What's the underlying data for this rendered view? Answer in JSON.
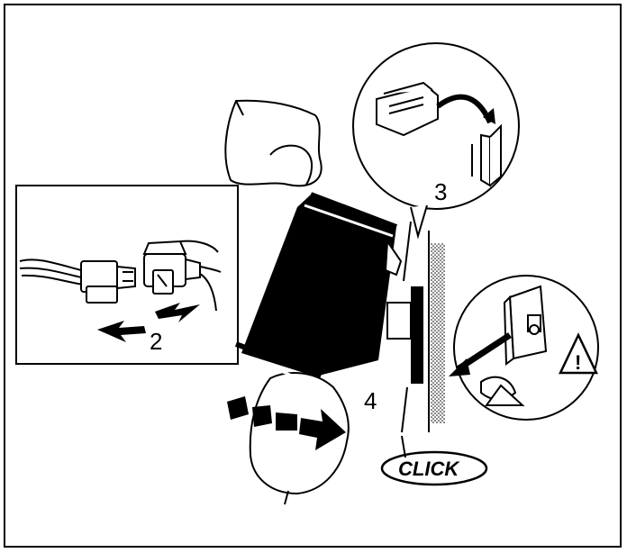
{
  "diagram": {
    "steps": {
      "step2": "2",
      "step3": "3",
      "step4": "4"
    },
    "click_label": "CLICK",
    "warning_symbol": "!",
    "icons": [
      "connector-plugs-icon",
      "hands-holding-unit-icon",
      "latch-detail-icon",
      "warning-triangle-icon",
      "dropped-unit-icon"
    ],
    "colors": {
      "ink": "#000000",
      "paper": "#ffffff"
    }
  }
}
